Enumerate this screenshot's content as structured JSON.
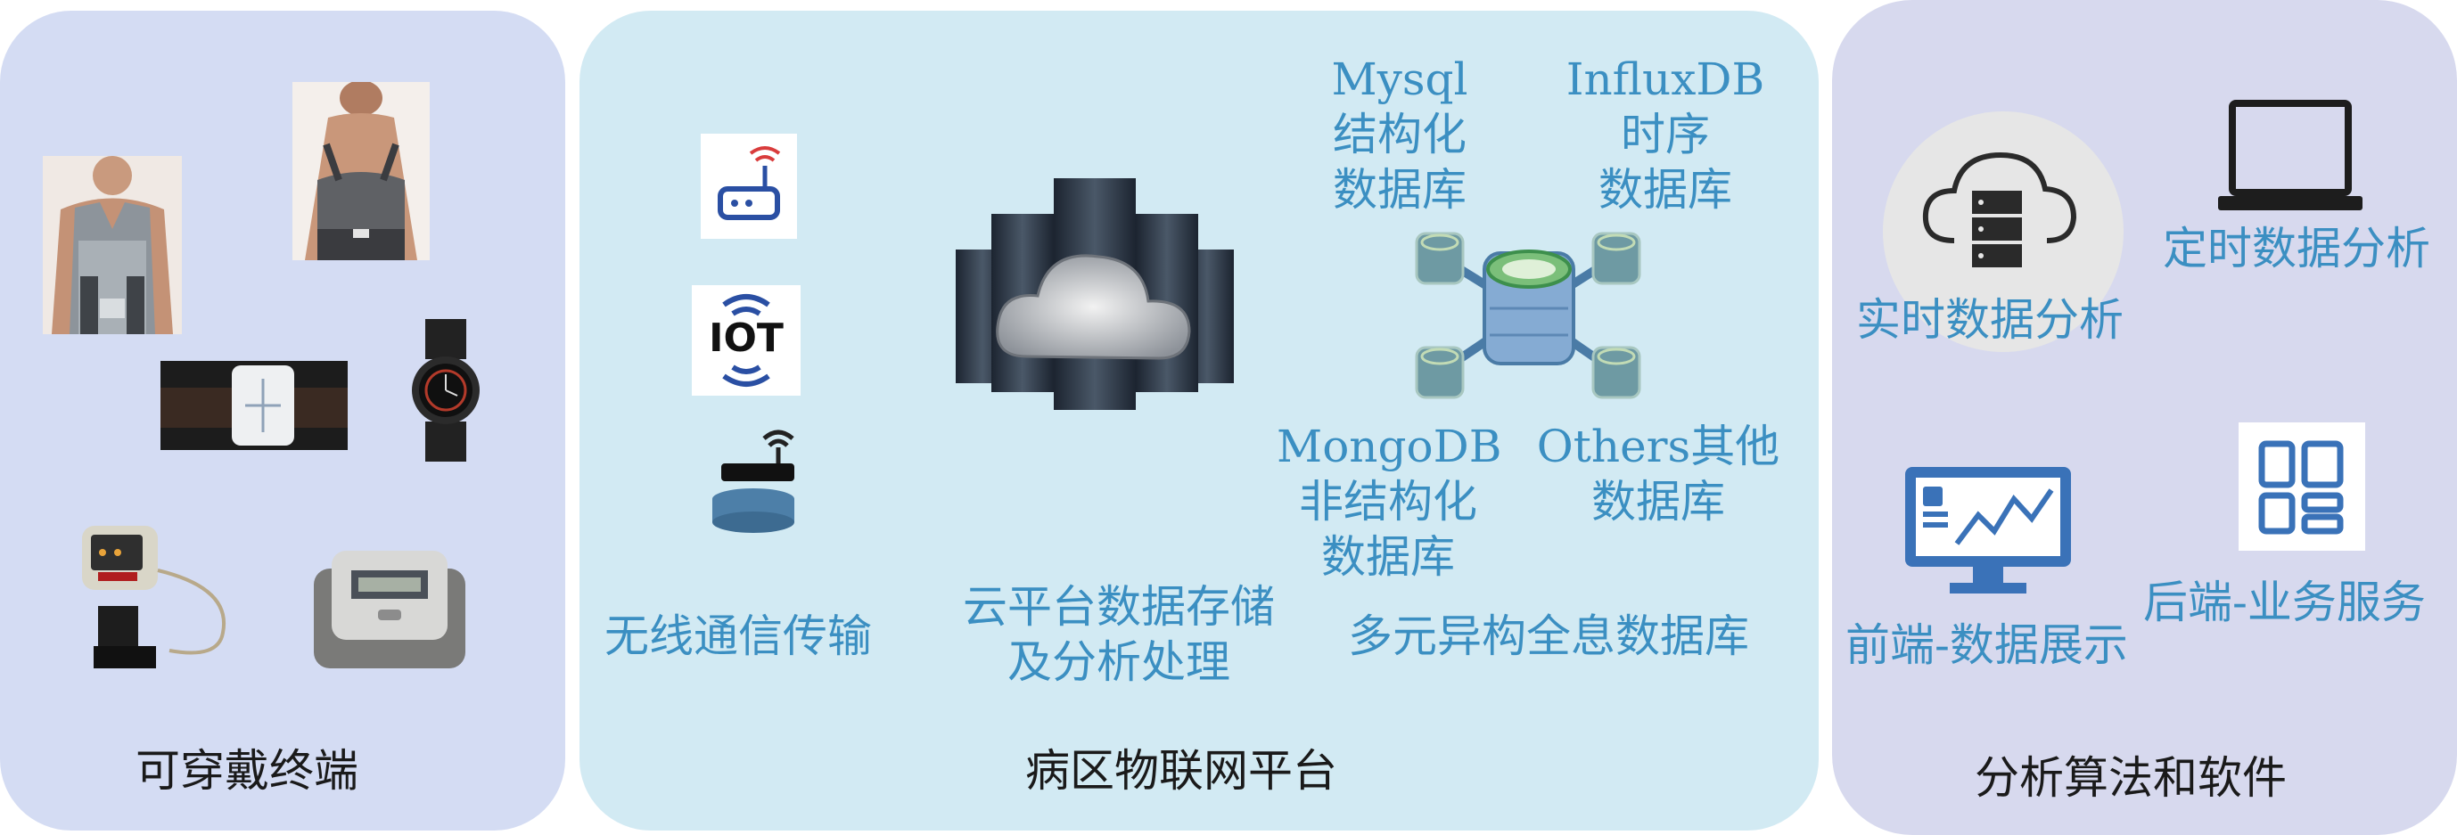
{
  "colors": {
    "panel_wearable": "#d4dcf3",
    "panel_platform": "#d2eaf3",
    "panel_analysis": "#d7d9ee",
    "label_blue": "#3b8fc2",
    "caption": "#1a1a1a"
  },
  "wearable": {
    "caption": "可穿戴终端",
    "devices": [
      "vest-image",
      "sports-bra-image",
      "chest-patch-image",
      "smartwatch-image",
      "wrist-monitor-image",
      "bp-monitor-image"
    ]
  },
  "platform": {
    "caption": "病区物联网平台",
    "wireless_label": "无线通信传输",
    "iot_text": "IOT",
    "cloud_label_line1": "云平台数据存储",
    "cloud_label_line2": "及分析处理",
    "db": {
      "mysql_line1": "Mysql",
      "mysql_line2": "结构化",
      "mysql_line3": "数据库",
      "influx_line1": "InfluxDB",
      "influx_line2": "时序",
      "influx_line3": "数据库",
      "mongo_line1": "MongoDB",
      "mongo_line2": "非结构化",
      "mongo_line3": "数据库",
      "others_line1": "Others其他",
      "others_line2": "数据库",
      "main_label": "多元异构全息数据库"
    }
  },
  "analysis": {
    "caption": "分析算法和软件",
    "realtime_label": "实时数据分析",
    "scheduled_label": "定时数据分析",
    "frontend_label": "前端-数据展示",
    "backend_label": "后端-业务服务"
  }
}
